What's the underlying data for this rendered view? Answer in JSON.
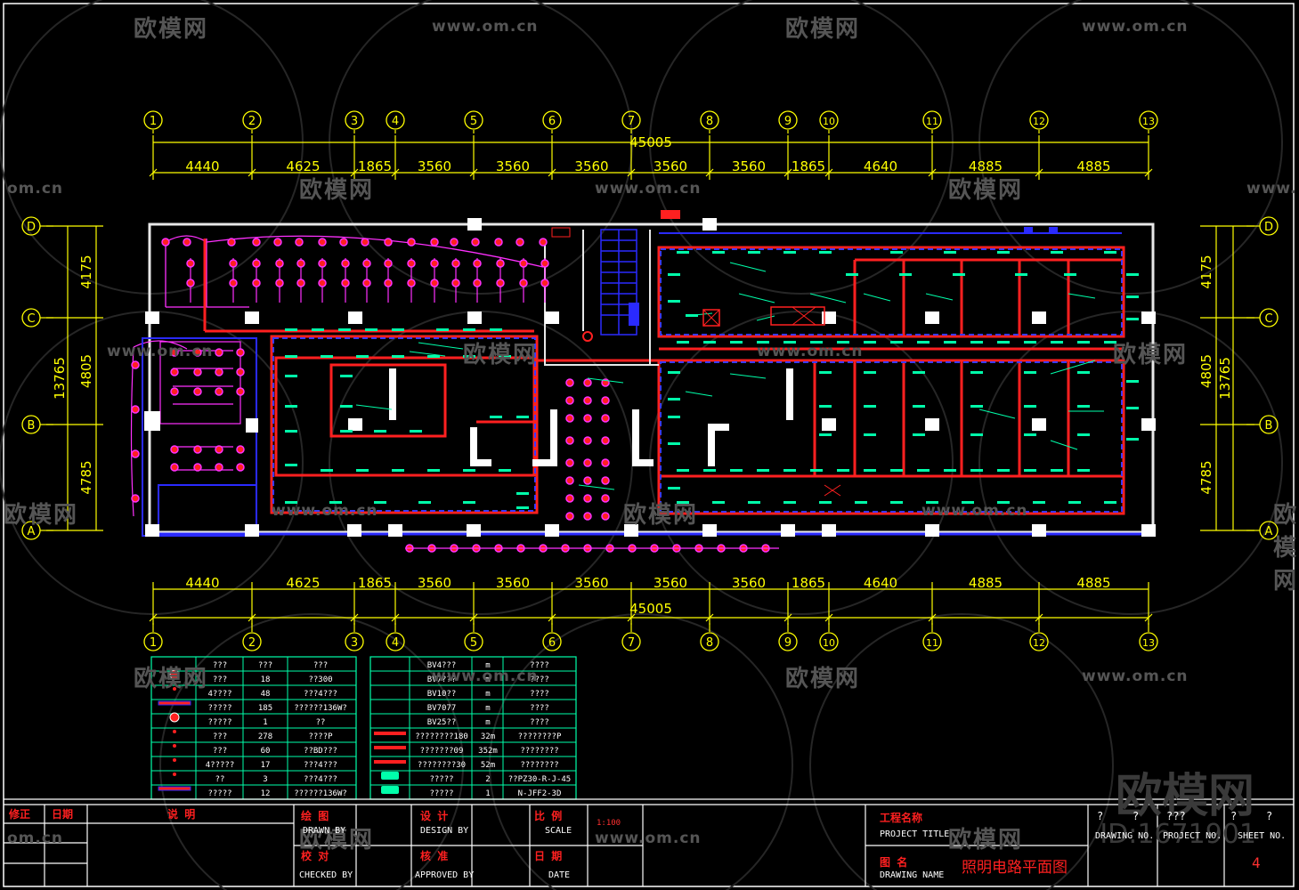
{
  "grid": {
    "columns": [
      "1",
      "2",
      "3",
      "4",
      "5",
      "6",
      "7",
      "8",
      "9",
      "10",
      "11",
      "12",
      "13"
    ],
    "rows": [
      "D",
      "C",
      "B",
      "A"
    ]
  },
  "dimensions": {
    "top_total": "45005",
    "bottom_total": "45005",
    "spans": [
      "4440",
      "4625",
      "1865",
      "3560",
      "3560",
      "3560",
      "3560",
      "3560",
      "1865",
      "4640",
      "4885",
      "4885"
    ],
    "side_total": "13765",
    "side_spans": [
      "4175",
      "4805",
      "4785"
    ]
  },
  "watermark": {
    "logo": "欧模网",
    "url": "www.om.cn",
    "url_left": "om.cn",
    "url_right": "www.",
    "big_logo": "欧模网",
    "id": "ID:1671901"
  },
  "legend_left": {
    "rows": [
      {
        "c2": "???",
        "c3": "???",
        "c4": "???"
      },
      {
        "c2": "???",
        "c3": "18",
        "c4": "??300"
      },
      {
        "c2": "4????",
        "c3": "48",
        "c4": "???4???"
      },
      {
        "c2": "?????",
        "c3": "185",
        "c4": "??????136W?"
      },
      {
        "c2": "?????",
        "c3": "1",
        "c4": "??"
      },
      {
        "c2": "???",
        "c3": "278",
        "c4": "????P"
      },
      {
        "c2": "???",
        "c3": "60",
        "c4": "??BD???"
      },
      {
        "c2": "4?????",
        "c3": "17",
        "c4": "???4???"
      },
      {
        "c2": "??",
        "c3": "3",
        "c4": "???4???"
      },
      {
        "c2": "?????",
        "c3": "12",
        "c4": "??????136W?"
      }
    ]
  },
  "legend_right": {
    "rows": [
      {
        "c1": "",
        "c2": "BV4???",
        "c3": "m",
        "c4": "????"
      },
      {
        "c1": "",
        "c2": "BV7???",
        "c3": "m",
        "c4": "????"
      },
      {
        "c1": "",
        "c2": "BV10??",
        "c3": "m",
        "c4": "????"
      },
      {
        "c1": "",
        "c2": "BV7077",
        "c3": "m",
        "c4": "????"
      },
      {
        "c1": "",
        "c2": "BV25??",
        "c3": "m",
        "c4": "????"
      },
      {
        "c1": "",
        "c2": "????????180",
        "c3": "32m",
        "c4": "????????P"
      },
      {
        "c1": "",
        "c2": "???????09",
        "c3": "352m",
        "c4": "????????"
      },
      {
        "c1": "",
        "c2": "????????30",
        "c3": "52m",
        "c4": "????????"
      },
      {
        "c1": "",
        "c2": "?????",
        "c3": "2",
        "c4": "??PZ30-R-J-45"
      },
      {
        "c1": "",
        "c2": "?????",
        "c3": "1",
        "c4": "N-JFF2-3D"
      }
    ]
  },
  "title_block": {
    "revision": "修正",
    "date": "日期",
    "description": "说 明",
    "drawn_cn": "绘 图",
    "drawn_en": "DRAWN BY",
    "checked_cn": "校 对",
    "checked_en": "CHECKED BY",
    "design_cn": "设 计",
    "design_en": "DESIGN BY",
    "approved_cn": "核 准",
    "approved_en": "APPROVED BY",
    "scale_cn": "比 例",
    "scale_en": "SCALE",
    "scale_value": "1:100",
    "date_cn": "日 期",
    "date_en": "DATE",
    "project_cn": "工程名称",
    "project_en": "PROJECT TITLE",
    "drawing_name_cn": "图 名",
    "drawing_name_en": "DRAWING NAME",
    "drawing_title": "照明电路平面图",
    "drawing_no": "DRAWING NO.",
    "project_no": "PROJECT NO.",
    "sheet_no": "SHEET NO.",
    "sheet_value": "4",
    "q1": "?",
    "q2": "?",
    "q3": "???",
    "q4": "?",
    "q5": "?"
  },
  "colors": {
    "background": "#000000",
    "dimension": "#ffff00",
    "wall": "#ffffff",
    "circuit_red": "#ff2020",
    "lighting_magenta": "#ff30ff",
    "annotation_green": "#00ffaa",
    "table_cyan": "#00ffaa",
    "blue": "#2a2aff"
  }
}
